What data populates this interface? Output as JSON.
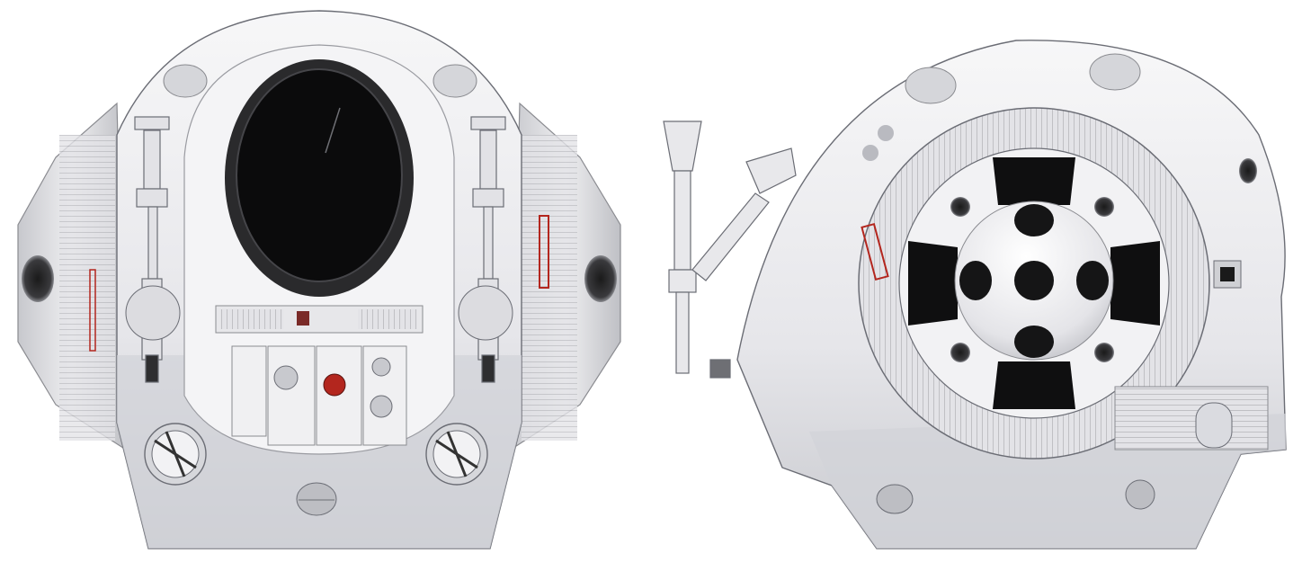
{
  "figure": {
    "views": [
      {
        "id": "front",
        "items": [
          "pod-body",
          "viewport-window",
          "left-manipulator-arm",
          "right-manipulator-arm",
          "control-panel",
          "thruster-fans",
          "side-ports",
          "docking-hatch"
        ]
      },
      {
        "id": "side",
        "items": [
          "pod-body",
          "hatch-ring",
          "extended-manipulator-arm",
          "radiator-vents",
          "side-port"
        ]
      }
    ],
    "colors": {
      "hull": "#e9e9ec",
      "hull_shadow": "#c9cacf",
      "panel_dark": "#111111",
      "accent_red": "#b3261e",
      "outline": "#6b6d75"
    },
    "icon_names": [
      "viewport-window",
      "fan-vent",
      "red-indicator-light",
      "round-port",
      "manipulator-claw"
    ]
  }
}
